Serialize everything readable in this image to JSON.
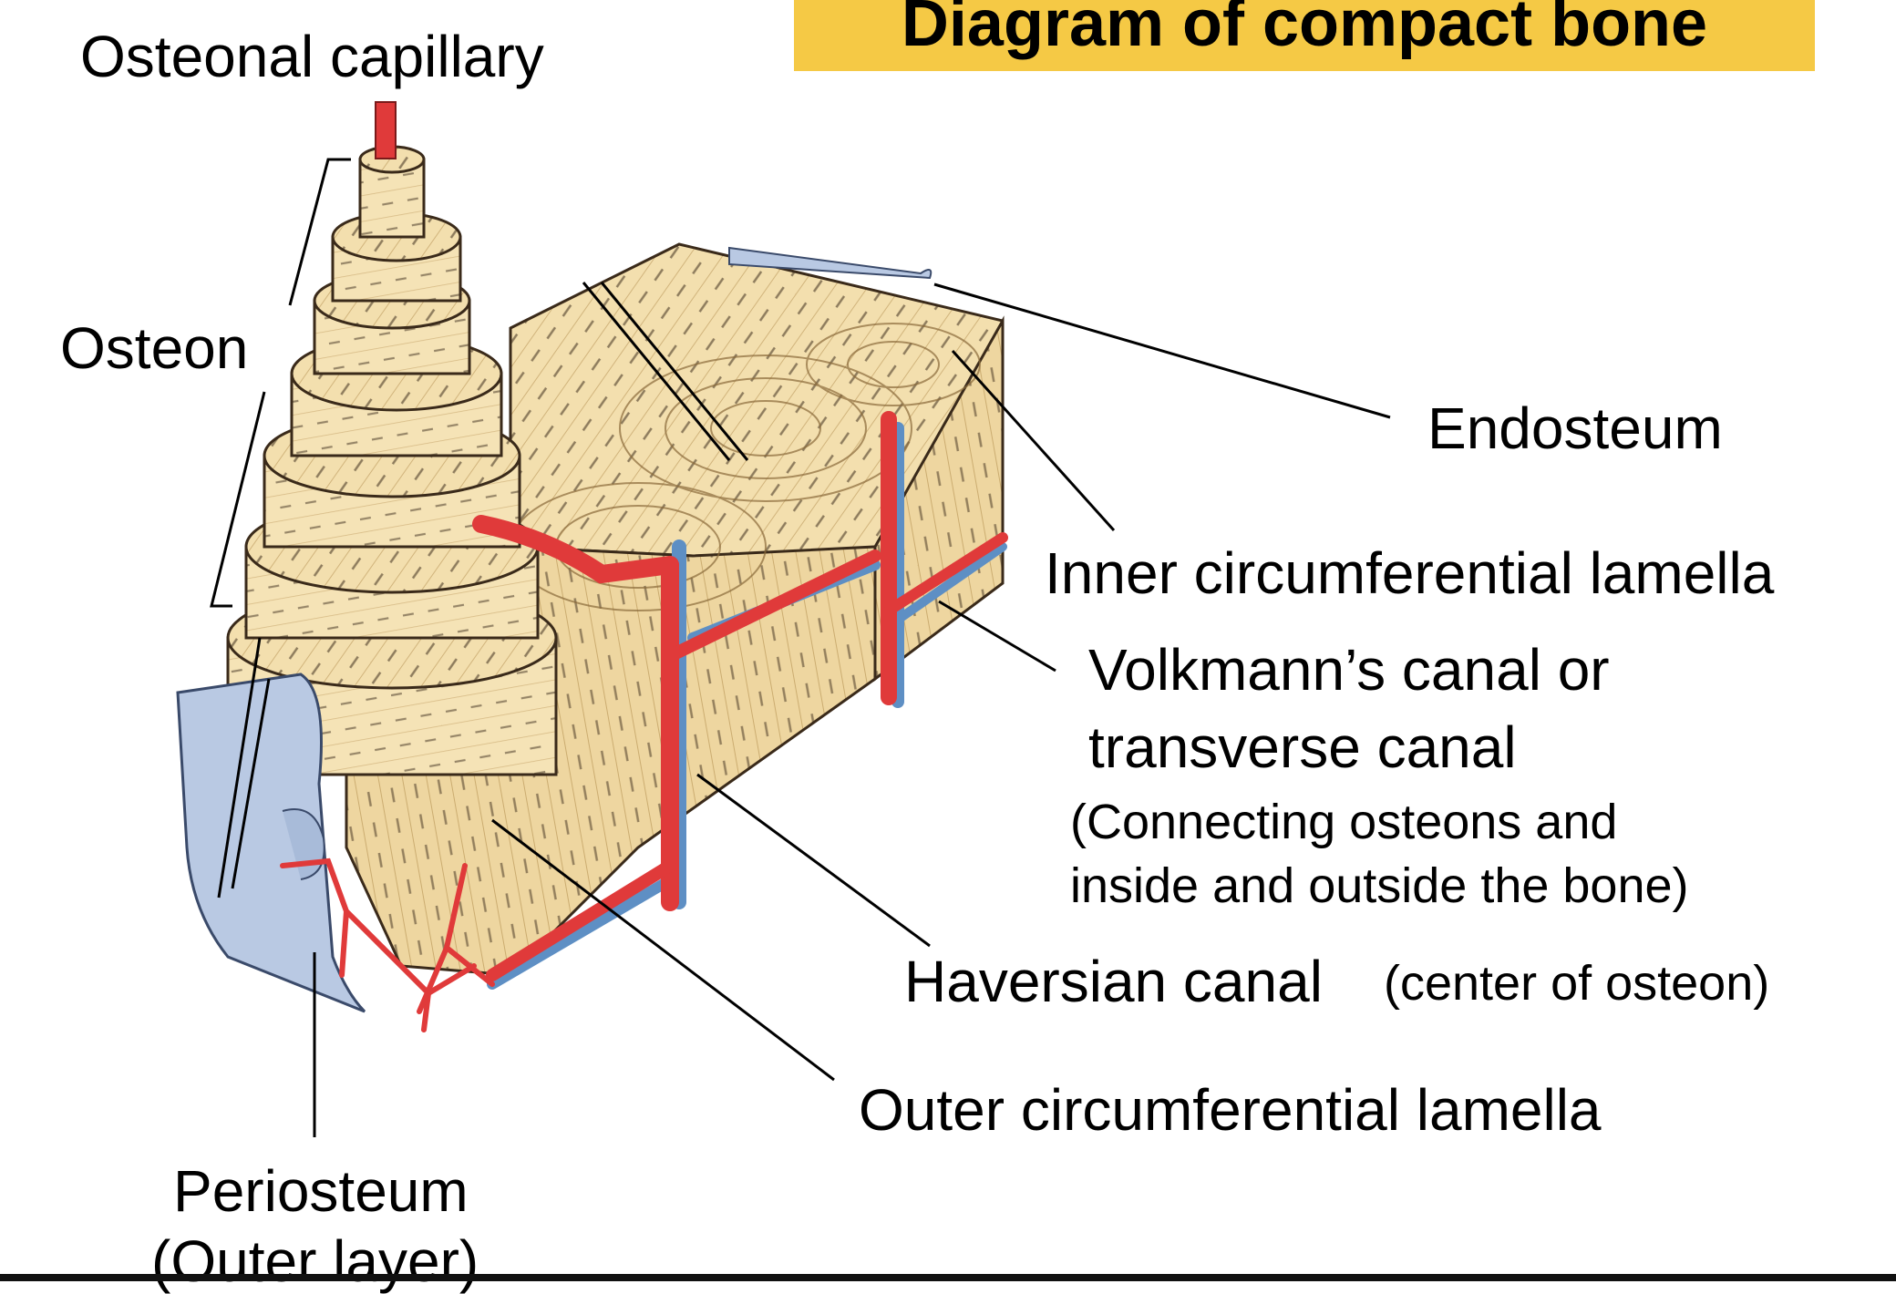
{
  "title": "Diagram of compact bone",
  "labels": {
    "osteonal_capillary": "Osteonal capillary",
    "osteon": "Osteon",
    "endosteum": "Endosteum",
    "inner_circumferential": "Inner circumferential lamella",
    "volkmann_line1": "Volkmann’s canal or",
    "volkmann_line2": "transverse canal",
    "volkmann_note1": "(Connecting osteons and",
    "volkmann_note2": "inside and outside the bone)",
    "haversian": "Haversian canal",
    "haversian_note": "(center of osteon)",
    "outer_circumferential": "Outer circumferential lamella",
    "periosteum": "Periosteum",
    "periosteum_note": "(Outer layer)"
  },
  "colors": {
    "bone": "#f3dfae",
    "bone_shade": "#e2c688",
    "bone_dark": "#c9a866",
    "vessel_red": "#e03a3a",
    "vessel_blue": "#5e8fc4",
    "periosteum": "#b9c9e3",
    "title_bg": "#f5c945"
  }
}
